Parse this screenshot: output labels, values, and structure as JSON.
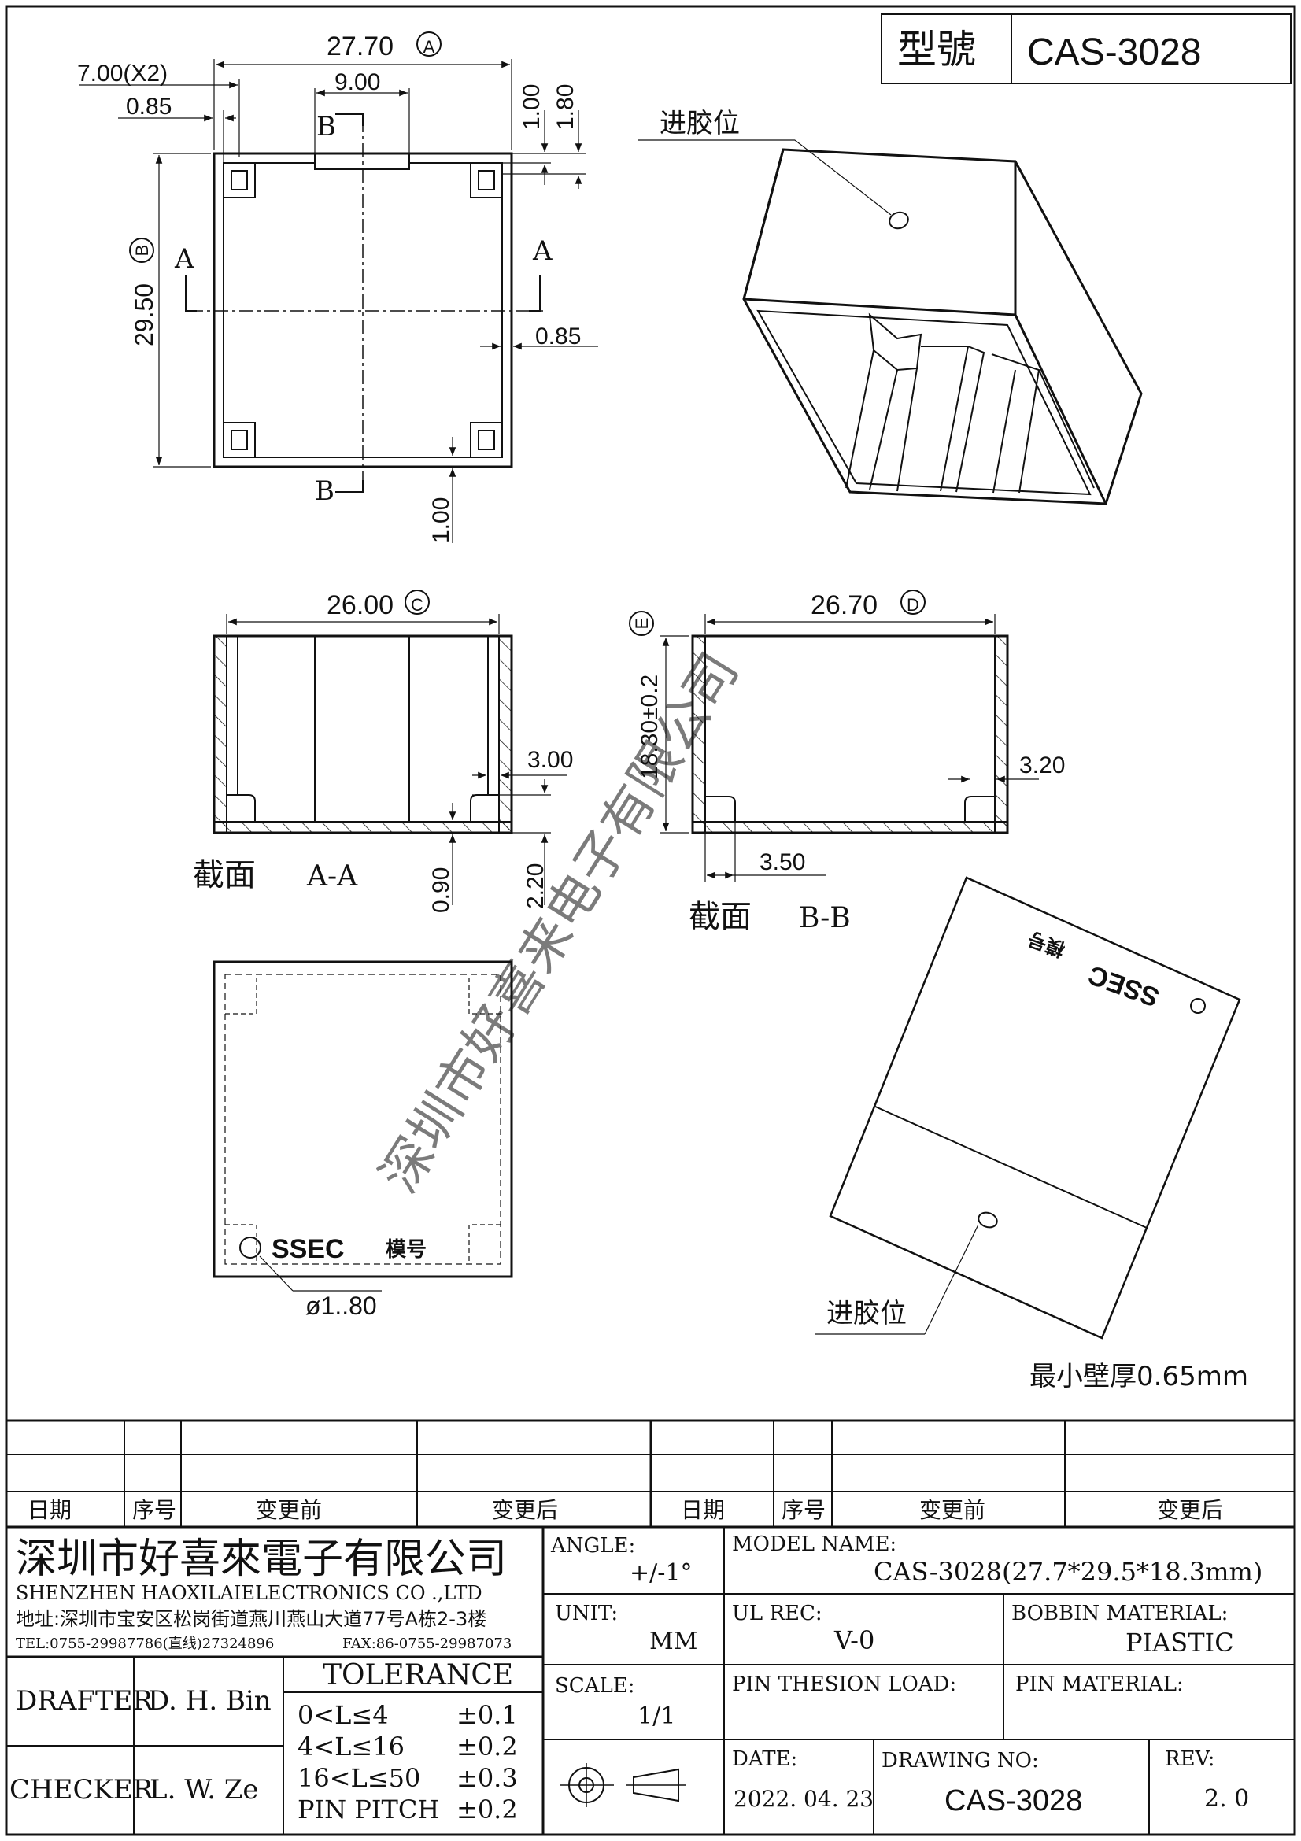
{
  "title_block_top": {
    "label": "型號",
    "model": "CAS-3028"
  },
  "top_view": {
    "dim_width": "27.70",
    "mark_a": "A",
    "dim_slot": "7.00(X2)",
    "dim_center": "9.00",
    "dim_wall_left": "0.85",
    "dim_right_1": "1.00",
    "dim_right_2": "1.80",
    "mark_b": "B",
    "dim_height": "29.50",
    "section_label_a": "A",
    "section_label_b": "B",
    "dim_wall_right": "0.85",
    "dim_bottom": "1.00"
  },
  "iso_top": {
    "gate_label": "进胶位"
  },
  "section_aa": {
    "dim_width": "26.00",
    "mark_c": "C",
    "dim_step": "3.00",
    "dim_floor": "0.90",
    "dim_height": "2.20",
    "caption": "截面",
    "caption_id": "A-A"
  },
  "section_bb": {
    "dim_width": "26.70",
    "mark_d": "D",
    "dim_height": "18.30±0.2",
    "mark_e": "E",
    "dim_step": "3.20",
    "dim_bottom": "3.50",
    "caption": "截面",
    "caption_id": "B-B"
  },
  "bottom_view": {
    "brand": "SSEC",
    "tag": "模号",
    "hole_dim": "ø1..80"
  },
  "iso_bottom": {
    "brand": "SSEC",
    "tag": "模号",
    "gate_label": "进胶位",
    "note": "最小壁厚0.65mm"
  },
  "watermark": "深圳市好喜来电子有限公司",
  "revision_table": {
    "headers": [
      "日期",
      "序号",
      "变更前",
      "变更后",
      "日期",
      "序号",
      "变更前",
      "变更后"
    ]
  },
  "company": {
    "name_cn": "深圳市好喜來電子有限公司",
    "name_en": "SHENZHEN  HAOXILAIELECTRONICS  CO .,LTD",
    "address": "地址:深圳市宝安区松岗街道燕川燕山大道77号A栋2-3楼",
    "tel": "TEL:0755-29987786(直线)27324896",
    "fax": "FAX:86-0755-29987073"
  },
  "people": {
    "drafter_label": "DRAFTER",
    "drafter": "D. H. Bin",
    "checker_label": "CHECKER",
    "checker": "L. W. Ze"
  },
  "tolerance": {
    "title": "TOLERANCE",
    "rows": [
      {
        "range": "0<L≤4",
        "value": "±0.1"
      },
      {
        "range": "4<L≤16",
        "value": "±0.2"
      },
      {
        "range": "16<L≤50",
        "value": "±0.3"
      },
      {
        "range": "PIN PITCH",
        "value": "±0.2"
      }
    ]
  },
  "specs": {
    "angle_label": "ANGLE:",
    "angle": "+/-1°",
    "unit_label": "UNIT:",
    "unit": "MM",
    "scale_label": "SCALE:",
    "scale": "1/1",
    "model_label": "MODEL NAME:",
    "model": "CAS-3028(27.7*29.5*18.3mm)",
    "ul_label": "UL REC:",
    "ul": "V-0",
    "bobbin_label": "BOBBIN MATERIAL:",
    "bobbin": "PIASTIC",
    "pin_load_label": "PIN THESION LOAD:",
    "pin_material_label": "PIN MATERIAL:",
    "date_label": "DATE:",
    "date": "2022. 04. 23",
    "drawing_label": "DRAWING NO:",
    "drawing": "CAS-3028",
    "rev_label": "REV:",
    "rev": "2. 0"
  }
}
